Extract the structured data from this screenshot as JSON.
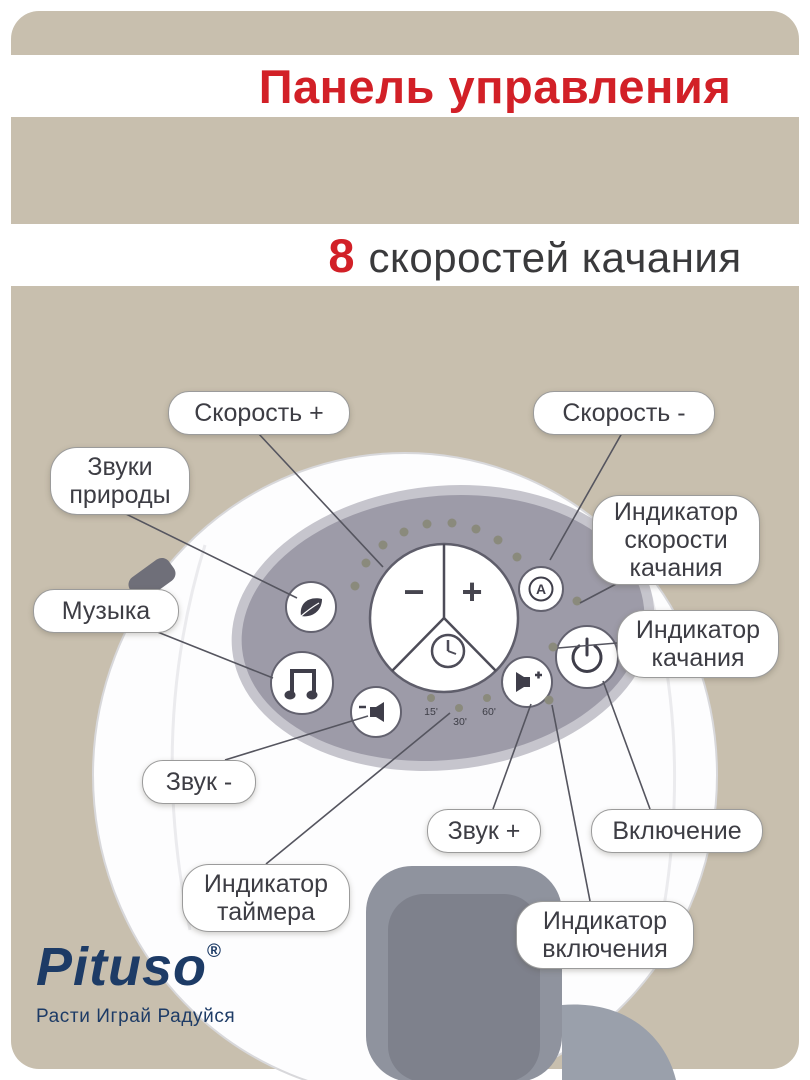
{
  "header": {
    "title": "Панель управления"
  },
  "subheader": {
    "number": "8",
    "text": "скоростей качания"
  },
  "callouts": {
    "speed_plus": "Скорость +",
    "speed_minus": "Скорость -",
    "nature_sounds": "Звуки\nприроды",
    "speed_indicator": "Индикатор\nскорости\nкачания",
    "music": "Музыка",
    "swing_indicator": "Индикатор\nкачания",
    "volume_minus": "Звук -",
    "volume_plus": "Звук +",
    "power": "Включение",
    "timer_indicator": "Индикатор\nтаймера",
    "power_indicator": "Индикатор\nвключения"
  },
  "panel": {
    "dial_minus": "−",
    "dial_plus": "+",
    "auto_label": "A",
    "timer_marks": [
      "15'",
      "30'",
      "60'"
    ]
  },
  "icons": {
    "nature_sounds": "leaf-icon",
    "music": "music-note-icon",
    "volume_down": "speaker-minus-icon",
    "volume_up": "speaker-plus-icon",
    "power": "power-icon",
    "auto_speed": "letter-a-circle-icon",
    "timer": "clock-icon"
  },
  "logo": {
    "brand": "Pituso",
    "reg": "®",
    "tagline": "Расти Играй Радуйся"
  },
  "colors": {
    "accent_red": "#d22027",
    "brand_navy": "#1d3b66",
    "background_beige": "#c8bfae",
    "panel_gray": "#9d9ba8",
    "led_gray": "#8a8a7c"
  }
}
